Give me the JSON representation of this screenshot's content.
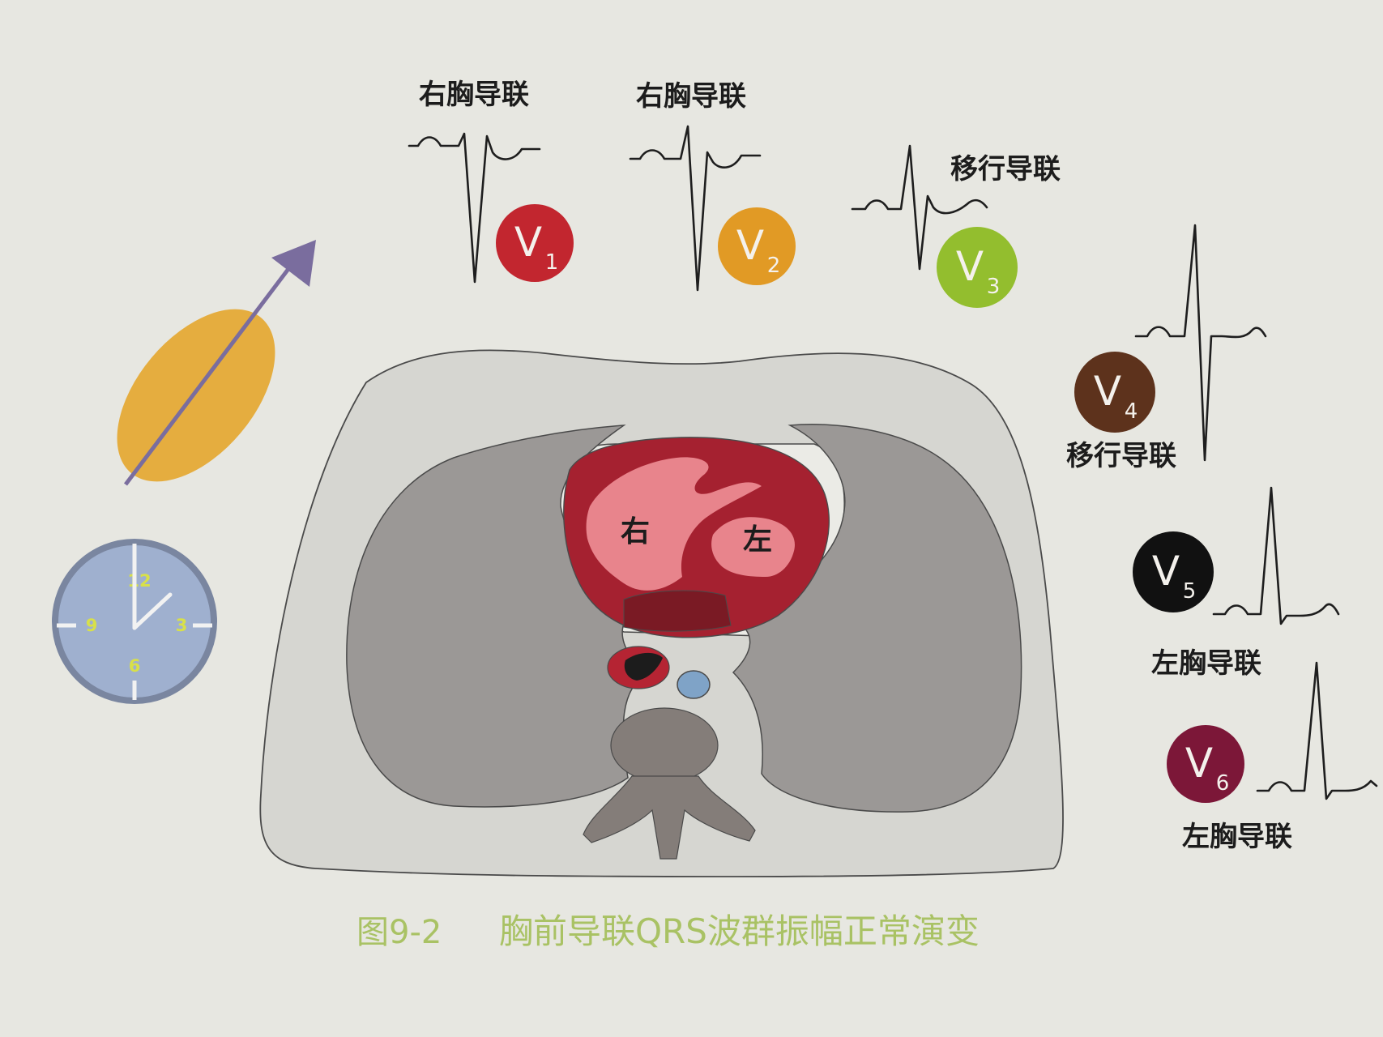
{
  "colors": {
    "background": "#e7e7e1",
    "chest_fill": "#d6d6d1",
    "lung_fill": "#9b9896",
    "heart_dark": "#a52130",
    "heart_light": "#e8848c",
    "spine_fill": "#847d79",
    "ellipse_fill": "#e5ad3f",
    "arrow_color": "#7a6d9e",
    "clock_face": "#9fb0cf",
    "clock_numbers": "#d8e04a",
    "caption_color": "#a9c264"
  },
  "leads": [
    {
      "letter": "V",
      "number": "1",
      "label": "右胸导联",
      "color": "#c2262f"
    },
    {
      "letter": "V",
      "number": "2",
      "label": "右胸导联",
      "color": "#e19a25"
    },
    {
      "letter": "V",
      "number": "3",
      "label": "移行导联",
      "color": "#93be2e"
    },
    {
      "letter": "V",
      "number": "4",
      "label": "移行导联",
      "color": "#5d321c"
    },
    {
      "letter": "V",
      "number": "5",
      "label": "左胸导联",
      "color": "#111111"
    },
    {
      "letter": "V",
      "number": "6",
      "label": "左胸导联",
      "color": "#7c1738"
    }
  ],
  "heart": {
    "right_label": "右",
    "left_label": "左"
  },
  "clock": {
    "numbers": [
      "12",
      "3",
      "6",
      "9"
    ]
  },
  "caption": {
    "figure_number": "图9-2",
    "title": "胸前导联QRS波群振幅正常演变"
  }
}
